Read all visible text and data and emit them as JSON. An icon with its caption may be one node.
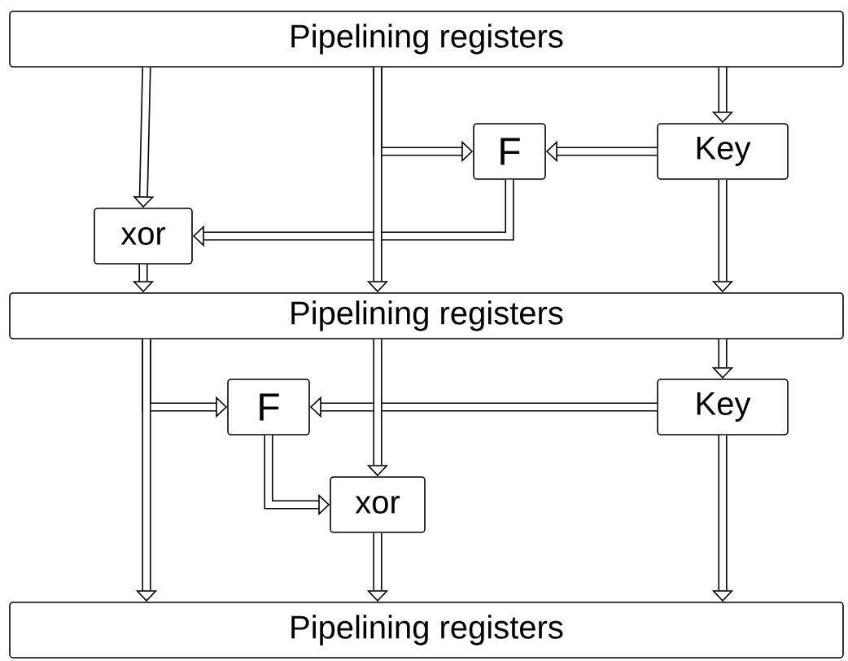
{
  "diagram": {
    "nodes": [
      {
        "text": [
          "Pipelining registers"
        ]
      },
      {
        "text": [
          "F"
        ]
      },
      {
        "text": [
          "Key"
        ]
      },
      {
        "text": [
          "xor"
        ]
      },
      {
        "text": [
          "Pipelining registers"
        ]
      },
      {
        "text": [
          "F"
        ]
      },
      {
        "text": [
          "Key"
        ]
      },
      {
        "text": [
          "xor"
        ]
      },
      {
        "text": [
          "Pipelining registers"
        ]
      }
    ],
    "edges": [
      {
        "from": 0,
        "to": 3,
        "arrow": "to"
      },
      {
        "from": 0,
        "to": 4,
        "arrow": "to"
      },
      {
        "from": 0,
        "to": 2,
        "arrow": "to"
      },
      {
        "from": 0,
        "to": 1,
        "arrow": "to"
      },
      {
        "from": 2,
        "to": 1,
        "arrow": "to"
      },
      {
        "from": 1,
        "to": 3,
        "arrow": "to"
      },
      {
        "from": 3,
        "to": 4,
        "arrow": "to"
      },
      {
        "from": 2,
        "to": 4,
        "arrow": "to"
      },
      {
        "from": 4,
        "to": 8,
        "arrow": "to"
      },
      {
        "from": 4,
        "to": 5,
        "arrow": "to"
      },
      {
        "from": 4,
        "to": 7,
        "arrow": "to"
      },
      {
        "from": 4,
        "to": 6,
        "arrow": "to"
      },
      {
        "from": 6,
        "to": 5,
        "arrow": "to"
      },
      {
        "from": 5,
        "to": 7,
        "arrow": "to"
      },
      {
        "from": 7,
        "to": 8,
        "arrow": "to"
      },
      {
        "from": 6,
        "to": 8,
        "arrow": "to"
      }
    ]
  }
}
